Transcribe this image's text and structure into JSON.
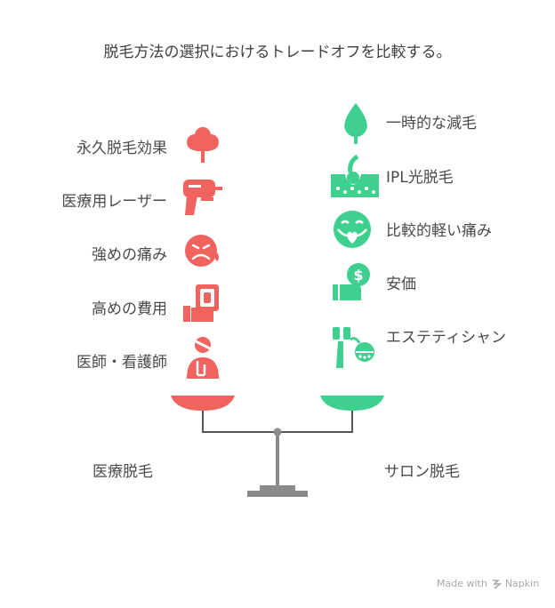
{
  "title": "脱毛方法の選択におけるトレードオフを比較する。",
  "left_side": {
    "name": "医療脱毛",
    "color": "#f1635f",
    "items": [
      {
        "label": "永久脱毛効果",
        "icon": "tree-icon"
      },
      {
        "label": "医療用レーザー",
        "icon": "laser-gun-icon"
      },
      {
        "label": "強めの痛み",
        "icon": "pained-face-icon"
      },
      {
        "label": "高めの費用",
        "icon": "money-hand-icon"
      },
      {
        "label": "医師・看護師",
        "icon": "doctor-icon"
      }
    ]
  },
  "right_side": {
    "name": "サロン脱毛",
    "color": "#3fd08f",
    "items": [
      {
        "label": "一時的な減毛",
        "icon": "leaf-icon"
      },
      {
        "label": "IPL光脱毛",
        "icon": "skin-hair-icon"
      },
      {
        "label": "比較的軽い痛み",
        "icon": "mild-face-icon"
      },
      {
        "label": "安価",
        "icon": "wallet-dollar-icon"
      },
      {
        "label": "エステティシャン",
        "icon": "beauty-tools-icon"
      }
    ]
  },
  "watermark": {
    "prefix": "Made with",
    "brand": "Napkin"
  }
}
